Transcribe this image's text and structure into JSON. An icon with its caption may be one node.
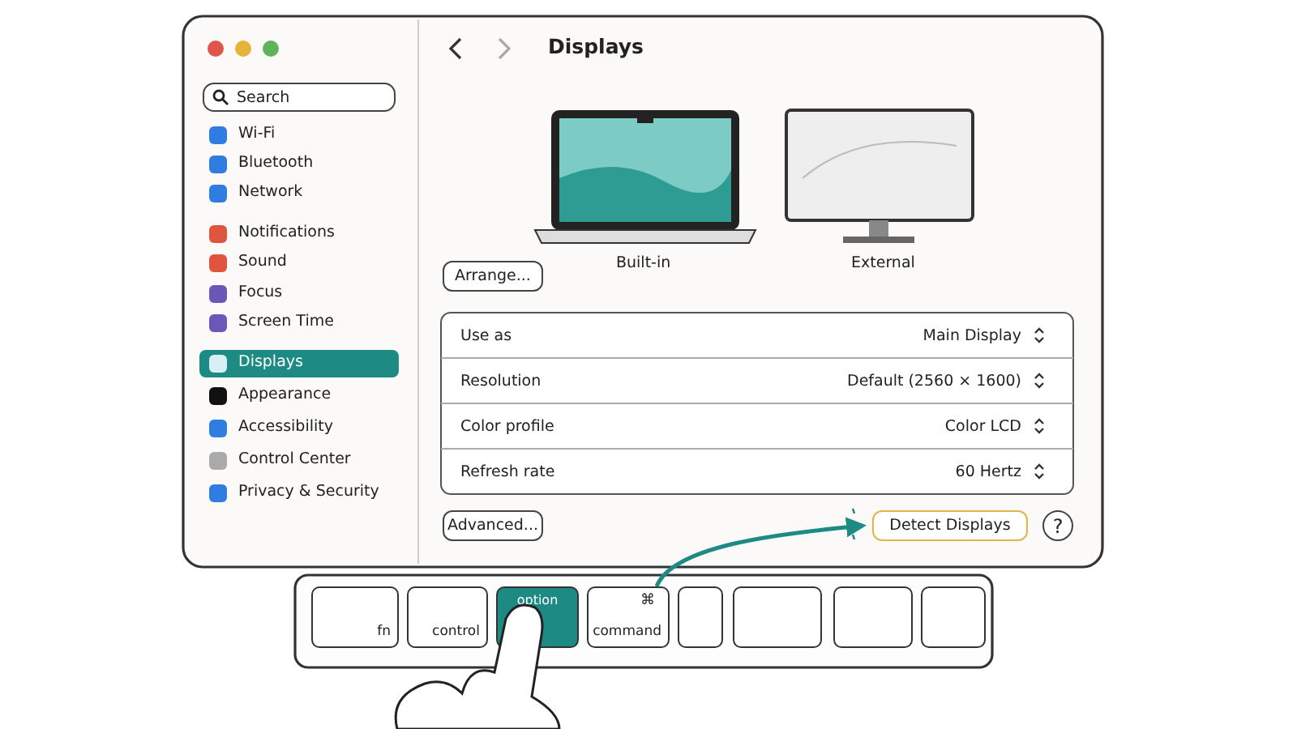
{
  "diagram": {
    "nodes": [
      {
        "text": [
          "fn"
        ]
      },
      {
        "text": [
          "control"
        ]
      },
      {
        "text": [
          "option"
        ]
      },
      {
        "text": [
          "⌘",
          "command"
        ]
      },
      {
        "text": [],
        "shape": "box"
      },
      {
        "text": [],
        "shape": "box"
      },
      {
        "text": [],
        "shape": "box"
      },
      {
        "text": [],
        "shape": "box"
      },
      {
        "text": [
          "Detect Displays"
        ]
      }
    ],
    "edges": [
      {
        "from": 3,
        "to": 8,
        "arrow": "to"
      }
    ],
    "labels": [
      "Search",
      "Wi-Fi",
      "Bluetooth",
      "Network",
      "Notifications",
      "Sound",
      "Focus",
      "Screen Time",
      "Displays",
      "Appearance",
      "Accessibility",
      "Control Center",
      "Privacy & Security",
      "Displays",
      "Built-in",
      "External",
      "Arrange...",
      "Use as",
      "Main Display",
      "Resolution",
      "Default (2560 × 1600)",
      "Color profile",
      "Color LCD",
      "Refresh rate",
      "60 Hertz",
      "Advanced...",
      "?"
    ]
  }
}
